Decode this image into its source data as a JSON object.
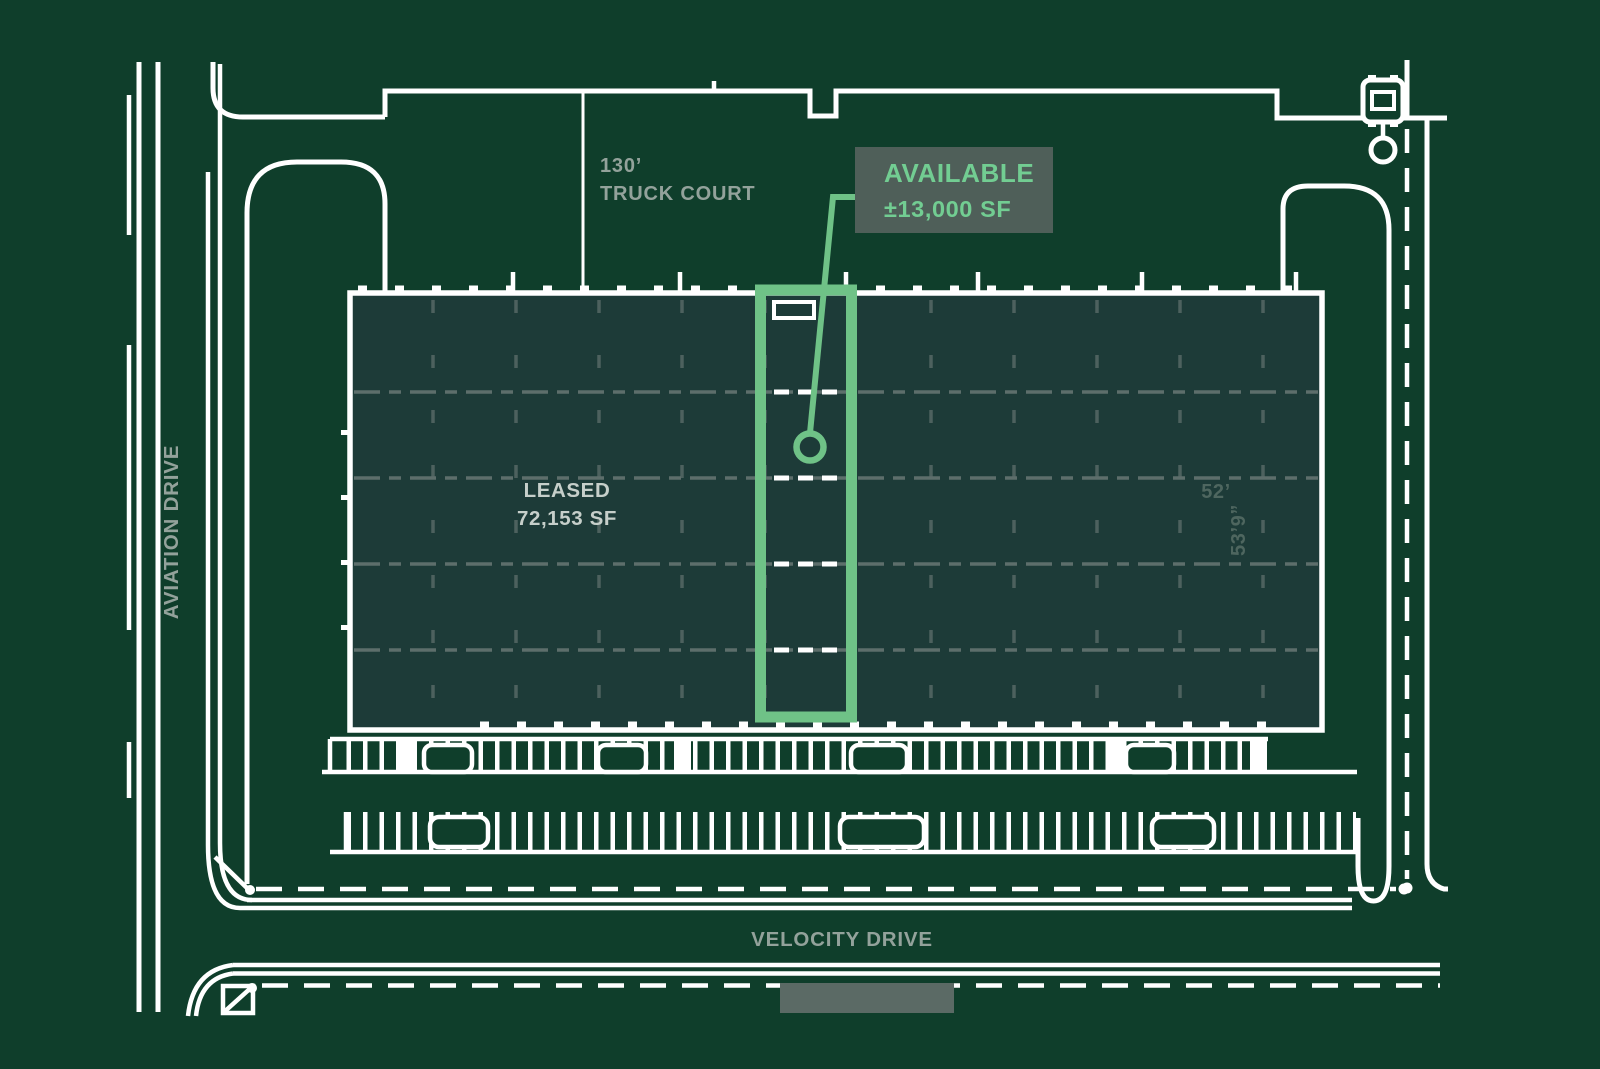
{
  "colors": {
    "bg": "#0f3e2b",
    "building-fill": "#1d3b38",
    "bay-fill": "#124327",
    "accent": "#6fc287",
    "label-box-bg": "#4f5f59",
    "label-text": "#72cd92",
    "muted-text": "#93a29b",
    "bright-text": "#c6cfca",
    "dim-text": "#4e665f",
    "line": "#ffffff",
    "grid-line": "#5d6e6b",
    "masked-box": "#5b6a65"
  },
  "labels": {
    "available": {
      "line1": "AVAILABLE",
      "line2": "±13,000 SF"
    },
    "leased": {
      "line1": "LEASED",
      "line2": "72,153 SF"
    },
    "truck_court": {
      "line1": "130’",
      "line2": "TRUCK COURT"
    },
    "street_left": "AVIATION DRIVE",
    "street_bottom": "VELOCITY DRIVE",
    "bay_width": "52’",
    "bay_depth": "53’9”"
  },
  "icons": {
    "marker": "target-circle-icon",
    "utility": "transformer-icon"
  }
}
